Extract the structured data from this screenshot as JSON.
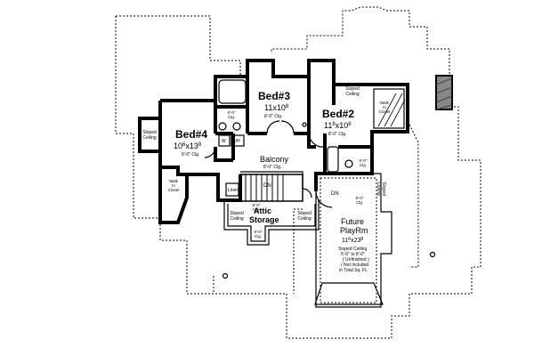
{
  "rooms": {
    "bed3": {
      "name": "Bed#3",
      "size": "11x10",
      "size_sup": "8",
      "ceiling": "8'-0\" Clg."
    },
    "bed2": {
      "name": "Bed#2",
      "size": "11",
      "size_sup1": "8",
      "size_mid": "x10",
      "size_sup2": "8",
      "ceiling": "8'-0\" Clg."
    },
    "bed4": {
      "name": "Bed#4",
      "size": "10",
      "size_sup1": "6",
      "size_mid": "x13",
      "size_sup2": "8",
      "ceiling": "8'-0\" Clg."
    },
    "balcony": {
      "name": "Balcony",
      "ceiling": "8'-0\" Clg."
    },
    "attic": {
      "line1": "Attic",
      "line2": "Storage"
    },
    "future": {
      "line1": "Future",
      "line2": "PlayRm",
      "size": "11",
      "size_sup1": "6",
      "size_mid": "x23",
      "size_sup2": "8",
      "note1": "Sloped Ceiling",
      "note2": "5'-0\" to 8'-0\"",
      "note3": "( Unfinished )",
      "note4": "( Not Included",
      "note5": "in Total Sq. Ft."
    }
  },
  "labels": {
    "sloped_bed4": "Sloped\nCeiling",
    "sloped_bed2": "Sloped\nCeiling",
    "sloped_attic_left": "Sloped\nCeiling",
    "sloped_attic_right": "Sloped\nCeiling",
    "sloped_future": "Sloped\nCeiling",
    "walk_in_closet_bed4": "Walk\nIn\nCloset",
    "walk_in_closet_bed2": "Walk\nIn\nCloset",
    "linen": "Linen",
    "dn": "DN",
    "dn2": "DN",
    "w": "W",
    "ch": "C/H",
    "clg_8_a": "8'-0\"\nClg.",
    "clg_8_b": "8'-0\"\nClg.",
    "clg_8_c": "8'-0\"\nClg.",
    "clg_8_d": "8'-0\"\nClg.",
    "clg_8_e": "8'-0\"\nClg."
  }
}
